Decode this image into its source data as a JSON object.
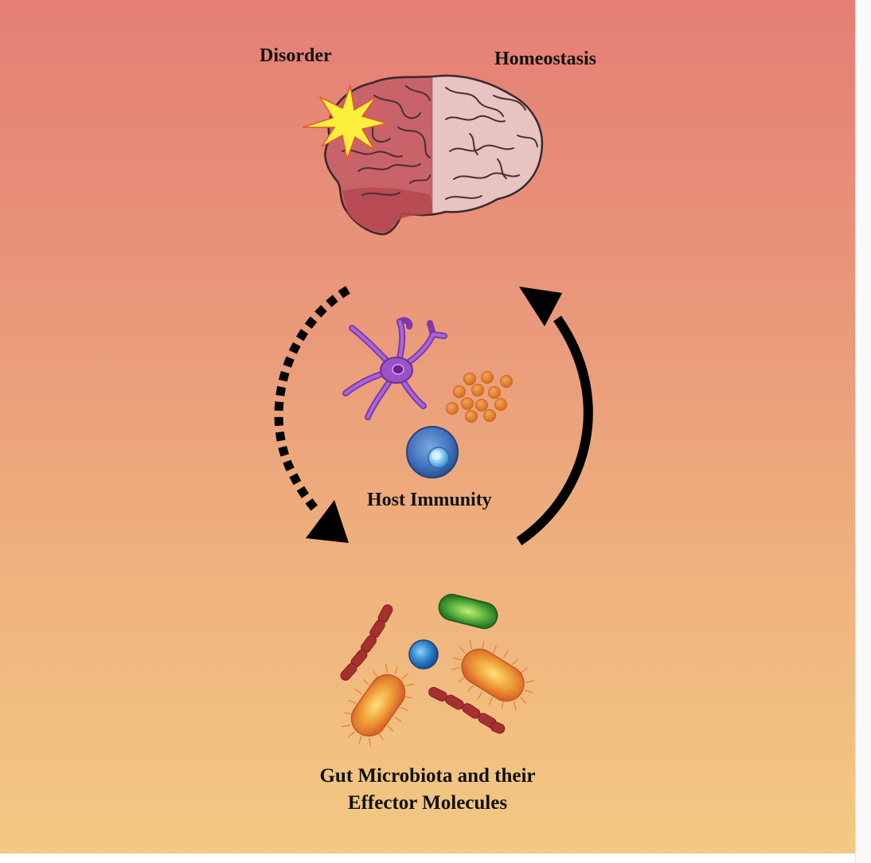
{
  "labels": {
    "disorder": "Disorder",
    "homeostasis": "Homeostasis",
    "host_immunity": "Host Immunity",
    "gut_line1": "Gut Microbiota and their",
    "gut_line2": "Effector Molecules"
  },
  "colors": {
    "background_top": "#e57e75",
    "background_bottom": "#f3c983",
    "brain_disorder": "#c9636a",
    "brain_homeostasis": "#e7c3c2",
    "starburst": "#fbf13d",
    "microglia": "#9b52c8",
    "cytokines": "#e07f2a",
    "lymphocyte": "#3f78c4",
    "rod_bacteria": "#a63030",
    "green_bacterium": "#4aab3c",
    "orange_bacterium": "#e8862e",
    "arrows": "#000000"
  },
  "icons": [
    "brain-icon",
    "starburst-icon",
    "microglia-icon",
    "cytokine-cluster-icon",
    "lymphocyte-icon",
    "chain-bacteria-icon",
    "rod-bacterium-icon",
    "coccus-icon",
    "flagellated-bacterium-icon",
    "dashed-arrow-icon",
    "solid-arrow-icon"
  ]
}
